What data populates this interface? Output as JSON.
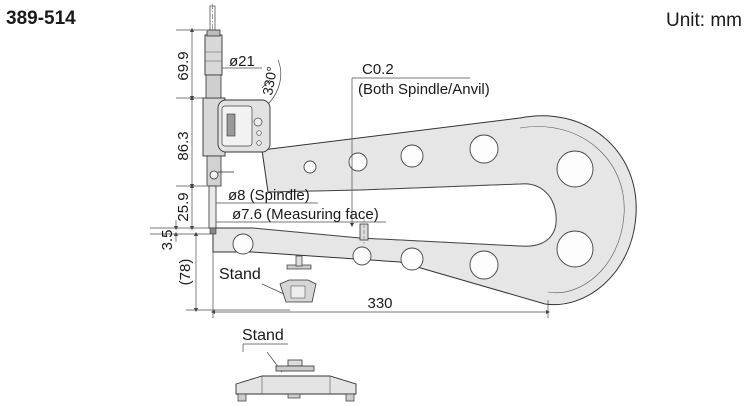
{
  "header": {
    "model": "389-514",
    "unit": "Unit: mm"
  },
  "dimensions": {
    "d699": "69.9",
    "d863": "86.3",
    "d259": "25.9",
    "d35": "3.5",
    "d78": "(78)",
    "d330": "330",
    "dia21": "ø21",
    "angle": "330°",
    "chamfer": "C0.2",
    "chamfer_note": "(Both Spindle/Anvil)",
    "spindle": "ø8 (Spindle)",
    "face": "ø7.6 (Measuring face)"
  },
  "labels": {
    "stand_top": "Stand",
    "stand_bottom": "Stand"
  },
  "colors": {
    "frame_fill": "#e6e6e6",
    "head_fill": "#d8d8d8",
    "line": "#333333"
  }
}
